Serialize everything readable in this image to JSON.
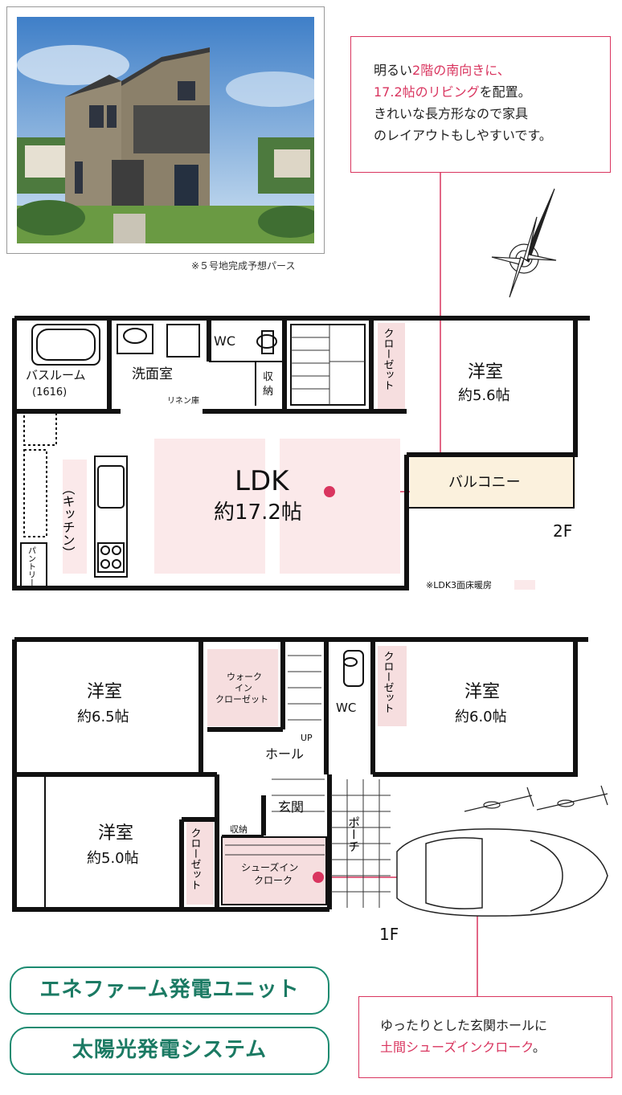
{
  "photo_caption": "※５号地完成予想パース",
  "callout_top": {
    "line1_a": "明るい",
    "line1_b": "2階の南向きに、",
    "line2_a": "17.2帖のリビング",
    "line2_b": "を配置。",
    "line3": "きれいな長方形なので家具",
    "line4": "のレイアウトもしやすいです。"
  },
  "callout_bottom": {
    "line1": "ゆったりとした玄関ホールに",
    "line2_a": "土間シューズインクローク",
    "line2_b": "。"
  },
  "floor2": {
    "label": "2F",
    "note": "※LDK3面床暖房",
    "bath": "バスルーム",
    "bath_size": "(1616)",
    "wash": "洗面室",
    "linen": "リネン庫",
    "wc": "WC",
    "storage_1": "収",
    "storage_2": "納",
    "closet": "クローゼット",
    "room": "洋室",
    "room_size": "約5.6帖",
    "balcony": "バルコニー",
    "ldk": "LDK",
    "ldk_size": "約17.2帖",
    "kitchen": "（キッチン）",
    "pantry": "パントリー"
  },
  "floor1": {
    "label": "1F",
    "room_a": "洋室",
    "room_a_size": "約6.5帖",
    "walkin_1": "ウォーク",
    "walkin_2": "イン",
    "walkin_3": "クローゼット",
    "wc": "WC",
    "closet": "クローゼット",
    "room_b": "洋室",
    "room_b_size": "約6.0帖",
    "up": "UP",
    "hall": "ホール",
    "genkan": "玄関",
    "room_c": "洋室",
    "room_c_size": "約5.0帖",
    "closet_c": "クローゼット",
    "storage": "収納",
    "shoes_1": "シューズイン",
    "shoes_2": "クローク",
    "porch": "ポーチ"
  },
  "badges": {
    "enefarm": "エネファーム発電ユニット",
    "solar": "太陽光発電システム"
  },
  "colors": {
    "accent": "#d9355f",
    "green": "#1b8a70",
    "wall": "#111111",
    "floor_heat": "#fbe9ea"
  }
}
